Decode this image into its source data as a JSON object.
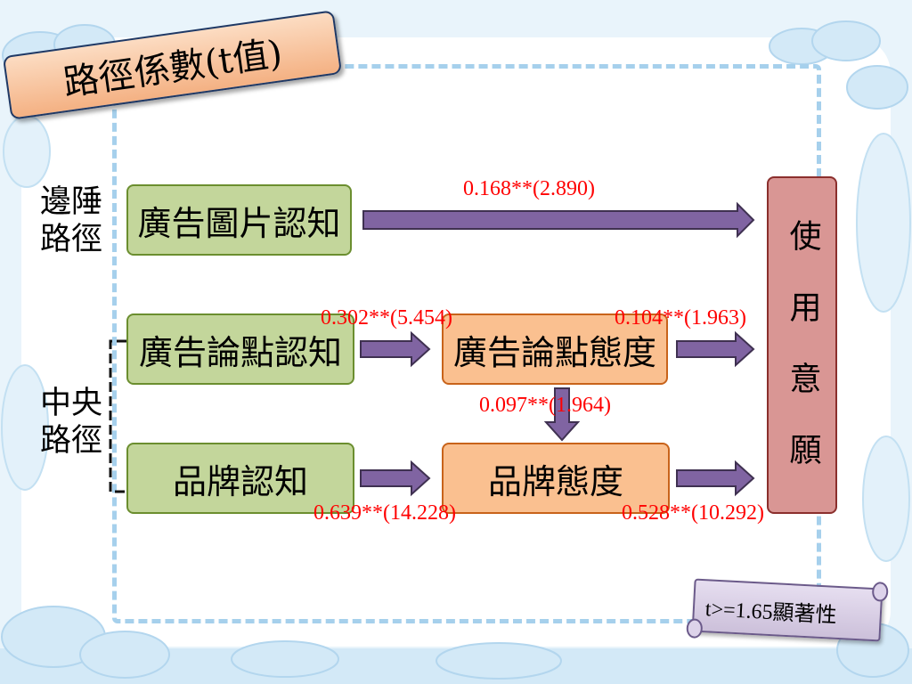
{
  "slide": {
    "title": "路徑係數(t值)",
    "path_labels": {
      "peripheral": {
        "line1": "邊陲",
        "line2": "路徑"
      },
      "central": {
        "line1": "中央",
        "line2": "路徑"
      }
    },
    "nodes": {
      "ad_picture_cognition": "廣告圖片認知",
      "ad_argument_cognition": "廣告論點認知",
      "brand_cognition": "品牌認知",
      "ad_argument_attitude": "廣告論點態度",
      "brand_attitude": "品牌態度",
      "usage_intention": "使用意願"
    },
    "coefficients": {
      "picture_to_intention": "0.168**(2.890)",
      "argument_cognition_to_argument_attitude": "0.302**(5.454)",
      "argument_attitude_to_intention": "0.104**(1.963)",
      "argument_attitude_to_brand_attitude": "0.097**(1.964)",
      "brand_cognition_to_brand_attitude": "0.639**(14.228)",
      "brand_attitude_to_intention": "0.528**(10.292)"
    },
    "note": "t>=1.65顯著性"
  },
  "colors": {
    "cognition_box": "#c3d69b",
    "attitude_box": "#fac090",
    "intention_box": "#d99694",
    "arrow": "#8064a2",
    "coefficient_text": "#ff0000",
    "title_box": "#f4b183",
    "note_box": "#ccc0da"
  }
}
